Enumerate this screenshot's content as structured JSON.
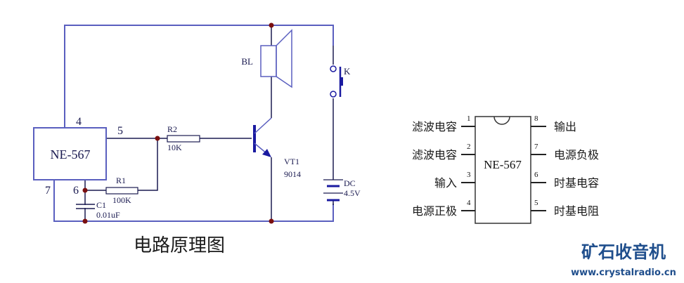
{
  "schematic": {
    "title": "电路原理图",
    "ic": {
      "label": "NE-567",
      "pins": {
        "p4": "4",
        "p5": "5",
        "p6": "6",
        "p7": "7"
      }
    },
    "speaker": {
      "label": "BL"
    },
    "switch": {
      "label": "K"
    },
    "r2": {
      "name": "R2",
      "value": "10K"
    },
    "r1": {
      "name": "R1",
      "value": "100K"
    },
    "c1": {
      "name": "C1",
      "value": "0.01uF"
    },
    "transistor": {
      "name": "VT1",
      "model": "9014"
    },
    "battery": {
      "name": "DC",
      "value": "4.5V"
    },
    "colors": {
      "wire_blue": "#5a5fbf",
      "wire_black": "#111111",
      "junction": "#7a0f0f",
      "component": "#1a1aa0"
    }
  },
  "pinout": {
    "chip_label": "NE-567",
    "left_pins": [
      {
        "num": "1",
        "label": "滤波电容"
      },
      {
        "num": "2",
        "label": "滤波电容"
      },
      {
        "num": "3",
        "label": "输入"
      },
      {
        "num": "4",
        "label": "电源正极"
      }
    ],
    "right_pins": [
      {
        "num": "8",
        "label": "输出"
      },
      {
        "num": "7",
        "label": "电源负极"
      },
      {
        "num": "6",
        "label": "时基电容"
      },
      {
        "num": "5",
        "label": "时基电阻"
      }
    ]
  },
  "logo": {
    "name": "矿石收音机",
    "url": "www.crystalradio.cn",
    "color": "#1f4e8c"
  }
}
